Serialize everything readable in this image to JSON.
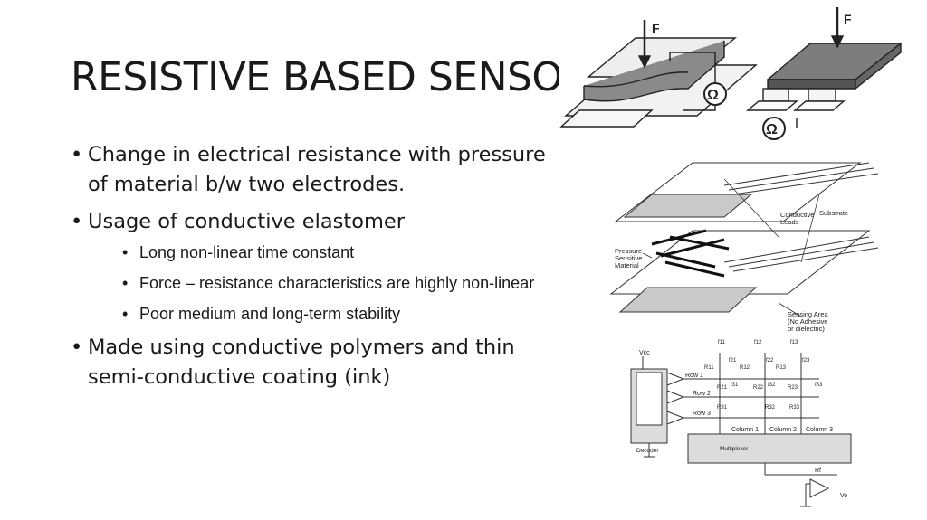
{
  "slide": {
    "title": "RESISTIVE BASED SENSORS",
    "bullets": [
      {
        "text": "Change in electrical resistance with pressure of material b/w two electrodes."
      },
      {
        "text": "Usage of conductive elastomer",
        "sub": [
          "Long non-linear time constant",
          "Force – resistance characteristics are highly non-linear",
          "Poor medium and long-term stability"
        ]
      },
      {
        "text": "Made using conductive polymers and thin semi-conductive coating (ink)"
      }
    ]
  },
  "figure_top": {
    "force_left": "F",
    "force_right": "F",
    "ohm_left": "Ω",
    "ohm_right": "Ω"
  },
  "figure_mid": {
    "conductive_leads": "Conductive Leads",
    "substrate": "Substrate",
    "pressure_material": "Pressure Sensitive Material",
    "sensing_area": "Sensing Area (No Adhesive or dielectric)"
  },
  "figure_bottom": {
    "vcc": "Vcc",
    "rows": [
      "Row 1",
      "Row 2",
      "Row 3"
    ],
    "columns": [
      "Column 1",
      "Column 2",
      "Column 3"
    ],
    "decoder": "Decoder",
    "multiplexer": "Multiplexer",
    "rf": "Rf",
    "vo": "Vo",
    "forces": [
      "f11",
      "f12",
      "f13",
      "f21",
      "f22",
      "f23",
      "f31",
      "f32",
      "f33"
    ],
    "resistors": [
      "R11",
      "R12",
      "R13",
      "R21",
      "R22",
      "R23",
      "R31",
      "R32",
      "R33"
    ]
  }
}
